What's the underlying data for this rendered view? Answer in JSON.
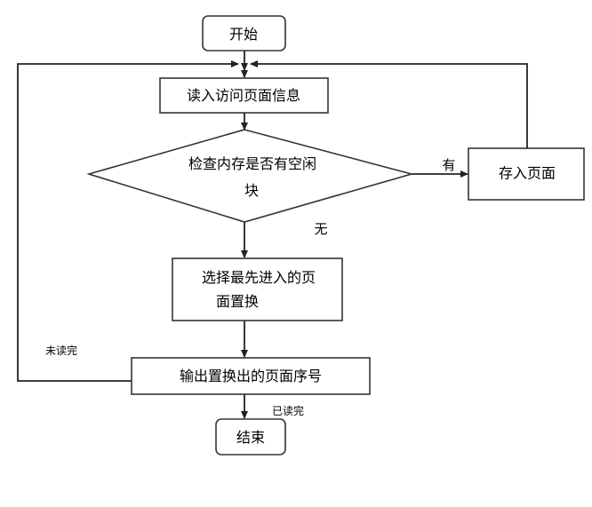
{
  "nodes": {
    "start": "开始",
    "read_info": "读入访问页面信息",
    "check_line1": "检查内存是否有空闲",
    "check_line2": "块",
    "store_page": "存入页面",
    "replace_line1": "选择最先进入的页",
    "replace_line2": "面置换",
    "output": "输出置换出的页面序号",
    "end": "结束"
  },
  "edges": {
    "yes": "有",
    "no": "无",
    "not_done": "未读完",
    "done": "已读完"
  },
  "colors": {
    "stroke": "#333333",
    "line": "#222222",
    "background": "#ffffff"
  }
}
